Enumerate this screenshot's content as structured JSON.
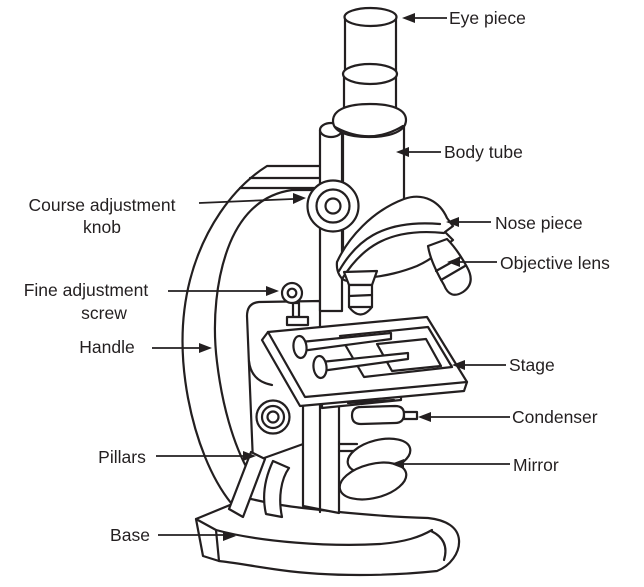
{
  "diagram": {
    "type": "labeled-line-diagram",
    "ink_color": "#231f20",
    "background_color": "#ffffff",
    "labels": {
      "eye_piece": "Eye piece",
      "body_tube": "Body tube",
      "nose_piece": "Nose piece",
      "objective_lens": "Objective lens",
      "stage": "Stage",
      "condenser": "Condenser",
      "mirror": "Mirror",
      "coarse_knob_line1": "Course adjustment",
      "coarse_knob_line2": "knob",
      "fine_screw_line1": "Fine adjustment",
      "fine_screw_line2": "screw",
      "handle": "Handle",
      "pillars": "Pillars",
      "base": "Base"
    }
  }
}
